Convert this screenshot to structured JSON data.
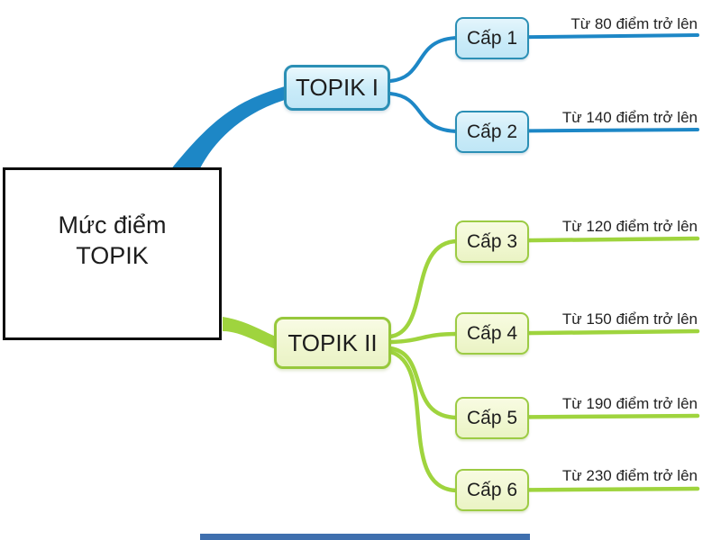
{
  "title": "Mức điểm TOPIK",
  "root": {
    "line1": "Mức điểm",
    "line2": "TOPIK"
  },
  "branches": [
    {
      "label": "TOPIK I",
      "children": [
        {
          "label": "Cấp 1",
          "detail": "Từ 80 điểm trở lên"
        },
        {
          "label": "Cấp 2",
          "detail": "Từ 140 điểm trở lên"
        }
      ]
    },
    {
      "label": "TOPIK II",
      "children": [
        {
          "label": "Cấp 3",
          "detail": "Từ 120 điểm trở lên"
        },
        {
          "label": "Cấp 4",
          "detail": "Từ 150 điểm trở lên"
        },
        {
          "label": "Cấp 5",
          "detail": "Từ 190 điểm trở lên"
        },
        {
          "label": "Cấp 6",
          "detail": "Từ 230 điểm trở lên"
        }
      ]
    }
  ],
  "colors": {
    "blue_line": "#1d87c6",
    "blue_border": "#2b8fb5",
    "blue_fill": "#c9ebf8",
    "green_line": "#9fd43e",
    "green_border": "#97c83c",
    "green_fill": "#f0f7d0",
    "root_border": "#0d0d0d",
    "text": "#1d1d1d",
    "bottom_bar": "#3f6fae"
  }
}
